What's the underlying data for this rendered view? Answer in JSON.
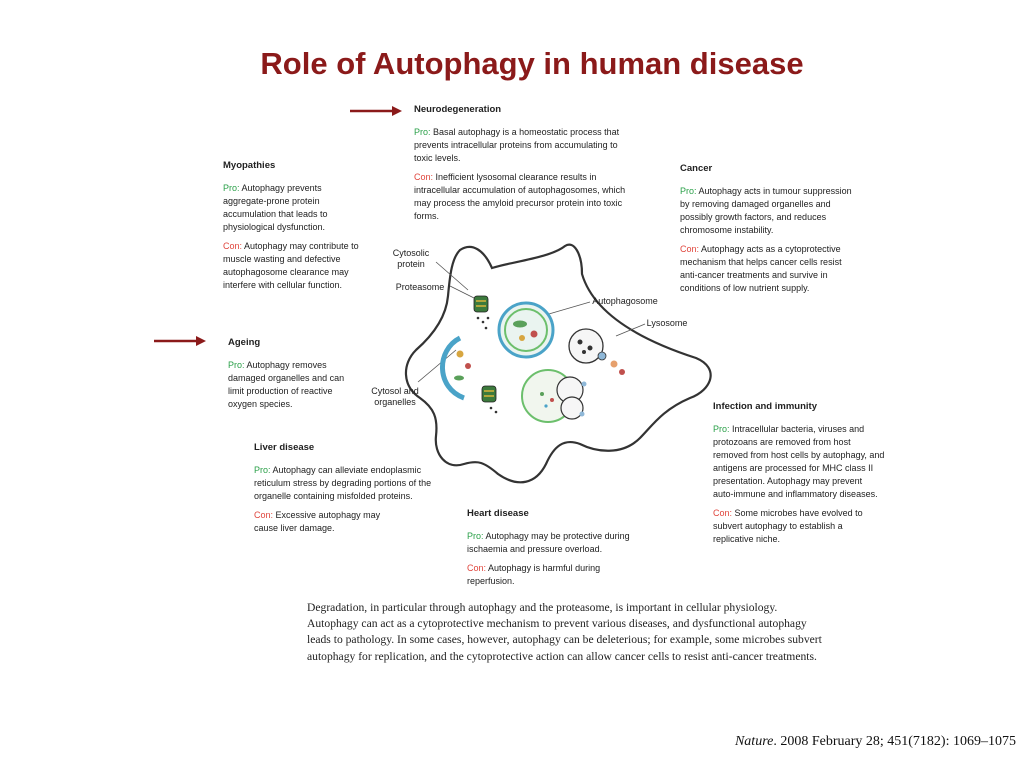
{
  "title": "Role of Autophagy in human disease",
  "labels": {
    "pro": "Pro:",
    "con": "Con:"
  },
  "neuro": {
    "heading": "Neurodegeneration",
    "pro": "Basal autophagy is a homeostatic process that prevents intracellular proteins from accumulating to toxic levels.",
    "con": "Inefficient lysosomal clearance results in intracellular accumulation of autophagosomes, which may process the amyloid precursor protein into toxic forms."
  },
  "myopathies": {
    "heading": "Myopathies",
    "pro": "Autophagy prevents aggregate-prone protein accumulation that leads to physiological dysfunction.",
    "con": "Autophagy may contribute to muscle wasting and defective autophagosome clearance may interfere with cellular function."
  },
  "cancer": {
    "heading": "Cancer",
    "pro": "Autophagy acts in tumour suppression by removing damaged organelles and possibly growth factors, and reduces chromosome instability.",
    "con": "Autophagy acts as a cytoprotective mechanism that helps cancer cells resist anti-cancer treatments and survive in conditions of low nutrient supply."
  },
  "ageing": {
    "heading": "Ageing",
    "pro": "Autophagy removes damaged organelles and can limit production of reactive oxygen species."
  },
  "infection": {
    "heading": "Infection and immunity",
    "pro": "Intracellular bacteria, viruses and protozoans are removed from host removed from host cells by autophagy, and antigens are processed for MHC class II presentation. Autophagy may prevent auto-immune and inflammatory diseases.",
    "con": "Some microbes have evolved to subvert autophagy to establish a replicative niche."
  },
  "liver": {
    "heading": "Liver disease",
    "pro": "Autophagy can alleviate endoplasmic reticulum stress by degrading portions of the organelle containing misfolded proteins.",
    "con": "Excessive autophagy may cause liver damage."
  },
  "heart": {
    "heading": "Heart disease",
    "pro": "Autophagy may be protective during ischaemia and pressure overload.",
    "con": "Autophagy is harmful during reperfusion."
  },
  "diagram_labels": {
    "cytosolic_protein": "Cytosolic protein",
    "proteasome": "Proteasome",
    "autophagosome": "Autophagosome",
    "lysosome": "Lysosome",
    "cytosol_organelles": "Cytosol and organelles"
  },
  "caption": "Degradation, in particular through autophagy and the proteasome, is important in cellular physiology. Autophagy can act as a cytoprotective mechanism to prevent various diseases, and dysfunctional autophagy leads to pathology. In some cases, however, autophagy can be deleterious; for example, some microbes subvert autophagy for replication, and the cytoprotective action can allow cancer cells to resist anti-cancer treatments.",
  "citation": {
    "journal": "Nature",
    "rest": ". 2008 February 28; 451(7182): 1069–1075"
  },
  "colors": {
    "title": "#8b1a1a",
    "pro": "#2aa048",
    "con": "#e0453c",
    "arrow": "#8b1a1a"
  }
}
